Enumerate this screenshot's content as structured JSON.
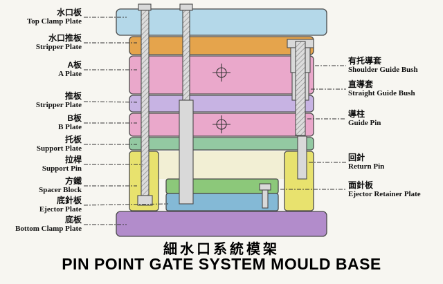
{
  "title": {
    "zh": "細水口系統模架",
    "en": "PIN POINT GATE SYSTEM MOULD BASE"
  },
  "left_labels": [
    {
      "zh": "水口板",
      "en": "Top Clamp Plate"
    },
    {
      "zh": "水口推板",
      "en": "Stripper Plate"
    },
    {
      "zh": "A板",
      "en": "A Plate"
    },
    {
      "zh": "推板",
      "en": "Stripper Plate"
    },
    {
      "zh": "B板",
      "en": "B Plate"
    },
    {
      "zh": "托板",
      "en": "Support Plate"
    },
    {
      "zh": "拉桿",
      "en": "Support Pin"
    },
    {
      "zh": "方鐵",
      "en": "Spacer Block"
    },
    {
      "zh": "底針板",
      "en": "Ejector Plate"
    },
    {
      "zh": "底板",
      "en": "Bottom Clamp Plate"
    }
  ],
  "right_labels": [
    {
      "zh": "有托導套",
      "en": "Shoulder Guide Bush"
    },
    {
      "zh": "直導套",
      "en": "Straight Guide Bush"
    },
    {
      "zh": "導柱",
      "en": "Guide Pin"
    },
    {
      "zh": "回針",
      "en": "Return Pin"
    },
    {
      "zh": "面針板",
      "en": "Ejector Retainer Plate"
    }
  ],
  "colors": {
    "background": "#f7f6f1",
    "top_clamp_plate": "#b4d8e9",
    "stripper_plate_top": "#e5a44c",
    "a_plate": "#eaa8cb",
    "stripper_plate": "#c7b3e3",
    "b_plate": "#eaa8cb",
    "support_plate": "#93c9a2",
    "spacer_block": "#e8e26e",
    "ejector_retainer_plate": "#8cc87a",
    "ejector_plate": "#84b9d6",
    "bottom_clamp_plate": "#b28ccb",
    "opening": "#f2efd4",
    "hardware": "#d9d9d9",
    "outline": "#4a4a4a"
  }
}
